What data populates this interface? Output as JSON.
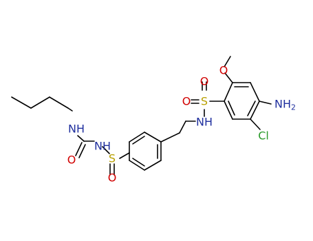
{
  "colors": {
    "bond": "#000000",
    "nitrogen": "#1f2f9e",
    "oxygen": "#d10000",
    "sulfur": "#b8a000",
    "chlorine": "#2a9a2a",
    "background": "#ffffff"
  },
  "atoms": {
    "nh_urea_left": "NH",
    "o_carbonyl": "O",
    "nh_urea_right": "NH",
    "s_left": "S",
    "o_s_left_bottom": "O",
    "nh_sulfonamide": "NH",
    "s_right": "S",
    "o_s_right": "O",
    "o_s_right_bottom": "O",
    "o_methoxy": "O",
    "nh2_main": "NH",
    "nh2_sub": "2",
    "cl": "Cl"
  }
}
